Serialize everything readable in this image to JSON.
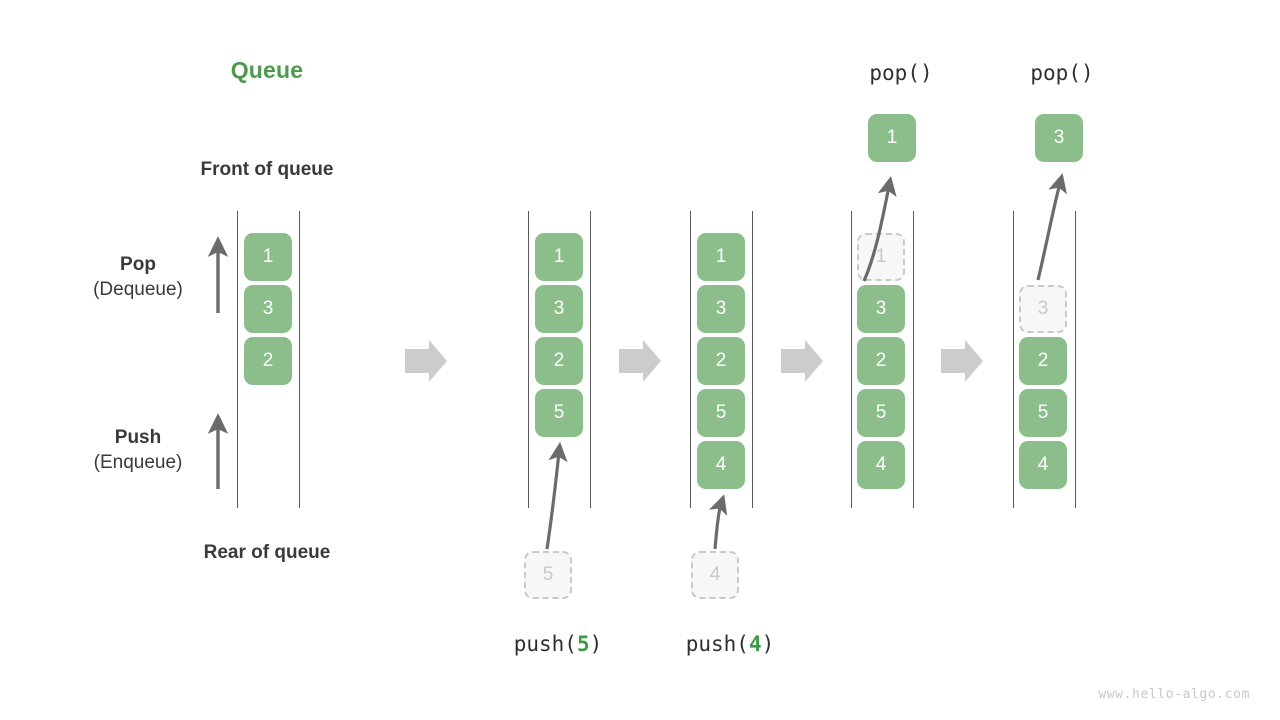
{
  "page": {
    "title": "Queue",
    "watermark": "www.hello-algo.com"
  },
  "colors": {
    "accent_green": "#4d9a4d",
    "cell_green": "#8cbe8c",
    "ghost_gray": "#c9c9c9",
    "rail_gray": "#5a5a5a",
    "step_arrow_gray": "#cccccc",
    "text_dark": "#3a3a3a",
    "watermark_gray": "#c8c8c8"
  },
  "labels": {
    "front_of_queue": "Front of queue",
    "rear_of_queue": "Rear of queue",
    "pop_title": "Pop",
    "pop_sub": "(Dequeue)",
    "push_title": "Push",
    "push_sub": "(Enqueue)"
  },
  "icons": {
    "pop_arrow": "arrow-up-icon",
    "push_arrow": "arrow-up-icon",
    "step_arrow": "arrow-right-block-icon",
    "move_arrow": "curved-arrow-icon"
  },
  "columns": [
    {
      "id": "initial",
      "caption": "",
      "caption_prefix": "",
      "caption_number": "",
      "caption_suffix": "",
      "cells": [
        {
          "value": "1",
          "state": "filled"
        },
        {
          "value": "3",
          "state": "filled"
        },
        {
          "value": "2",
          "state": "filled"
        }
      ],
      "incoming": null,
      "outgoing": null
    },
    {
      "id": "push-5",
      "caption": "push(5)",
      "caption_prefix": "push(",
      "caption_number": "5",
      "caption_suffix": ")",
      "cells": [
        {
          "value": "1",
          "state": "filled"
        },
        {
          "value": "3",
          "state": "filled"
        },
        {
          "value": "2",
          "state": "filled"
        },
        {
          "value": "5",
          "state": "filled"
        }
      ],
      "incoming": {
        "value": "5",
        "state": "ghost"
      },
      "outgoing": null
    },
    {
      "id": "push-4",
      "caption": "push(4)",
      "caption_prefix": "push(",
      "caption_number": "4",
      "caption_suffix": ")",
      "cells": [
        {
          "value": "1",
          "state": "filled"
        },
        {
          "value": "3",
          "state": "filled"
        },
        {
          "value": "2",
          "state": "filled"
        },
        {
          "value": "5",
          "state": "filled"
        },
        {
          "value": "4",
          "state": "filled"
        }
      ],
      "incoming": {
        "value": "4",
        "state": "ghost"
      },
      "outgoing": null
    },
    {
      "id": "pop-1",
      "caption": "pop()",
      "caption_prefix": "pop()",
      "caption_number": "",
      "caption_suffix": "",
      "cells": [
        {
          "value": "1",
          "state": "ghost"
        },
        {
          "value": "3",
          "state": "filled"
        },
        {
          "value": "2",
          "state": "filled"
        },
        {
          "value": "5",
          "state": "filled"
        },
        {
          "value": "4",
          "state": "filled"
        }
      ],
      "incoming": null,
      "outgoing": {
        "value": "1",
        "state": "filled"
      }
    },
    {
      "id": "pop-3",
      "caption": "pop()",
      "caption_prefix": "pop()",
      "caption_number": "",
      "caption_suffix": "",
      "cells": [
        {
          "value": "",
          "state": "empty"
        },
        {
          "value": "3",
          "state": "ghost"
        },
        {
          "value": "2",
          "state": "filled"
        },
        {
          "value": "5",
          "state": "filled"
        },
        {
          "value": "4",
          "state": "filled"
        }
      ],
      "incoming": null,
      "outgoing": {
        "value": "3",
        "state": "filled"
      }
    }
  ]
}
